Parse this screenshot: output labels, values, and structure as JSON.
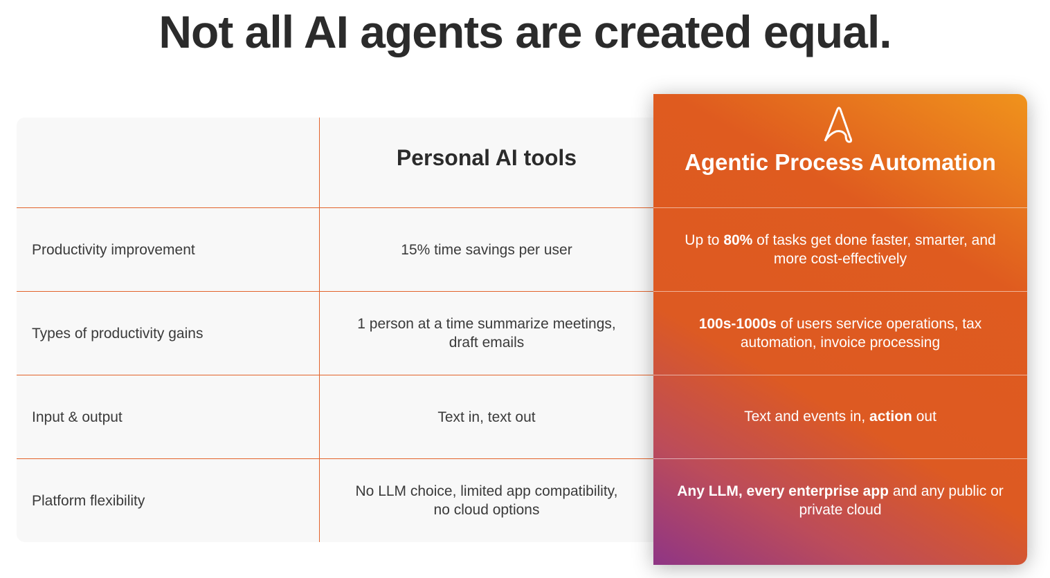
{
  "title": "Not all AI agents are created equal.",
  "columns": {
    "personal": "Personal AI tools",
    "apa": "Agentic Process Automation"
  },
  "rows": [
    {
      "label": "Productivity improvement",
      "personal": "15% time savings per user",
      "apa": [
        {
          "t": "Up to ",
          "b": false
        },
        {
          "t": "80%",
          "b": true
        },
        {
          "t": " of tasks get done faster, smarter, and more cost-effectively",
          "b": false
        }
      ]
    },
    {
      "label": "Types of productivity gains",
      "personal": "1 person at a time summarize meetings, draft emails",
      "apa": [
        {
          "t": "100s-1000s",
          "b": true
        },
        {
          "t": " of users service operations, tax automation, invoice processing",
          "b": false
        }
      ]
    },
    {
      "label": "Input & output",
      "personal": "Text in, text out",
      "apa": [
        {
          "t": "Text and events in, ",
          "b": false
        },
        {
          "t": "action",
          "b": true
        },
        {
          "t": " out",
          "b": false
        }
      ]
    },
    {
      "label": "Platform flexibility",
      "personal": "No LLM choice, limited app compatibility, no cloud options",
      "apa": [
        {
          "t": "Any LLM, every enterprise app",
          "b": true
        },
        {
          "t": " and any public or private cloud",
          "b": false
        }
      ]
    }
  ],
  "colors": {
    "accent": "#df5b1f",
    "purple": "#8f3585",
    "orange_light": "#f0931c"
  },
  "logo_icon": "automation-anywhere-logo-icon"
}
